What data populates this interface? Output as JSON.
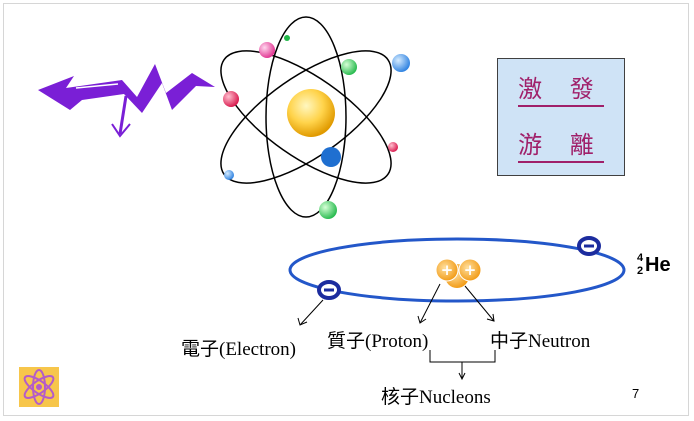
{
  "box": {
    "line1": "激 發",
    "line2": "游 離"
  },
  "labels": {
    "electron": "電子(Electron)",
    "proton": "質子(Proton)",
    "neutron": "中子Neutron",
    "nucleons": "核子Nucleons"
  },
  "helium": {
    "mass": "4",
    "atomic": "2",
    "symbol": "He"
  },
  "page_number": "7",
  "colors": {
    "arrow": "#7a1fd6",
    "box_bg": "#cfe3f6",
    "box_text": "#a0206a",
    "orbit": "#2357c9",
    "nucleus": "#f5a623"
  }
}
